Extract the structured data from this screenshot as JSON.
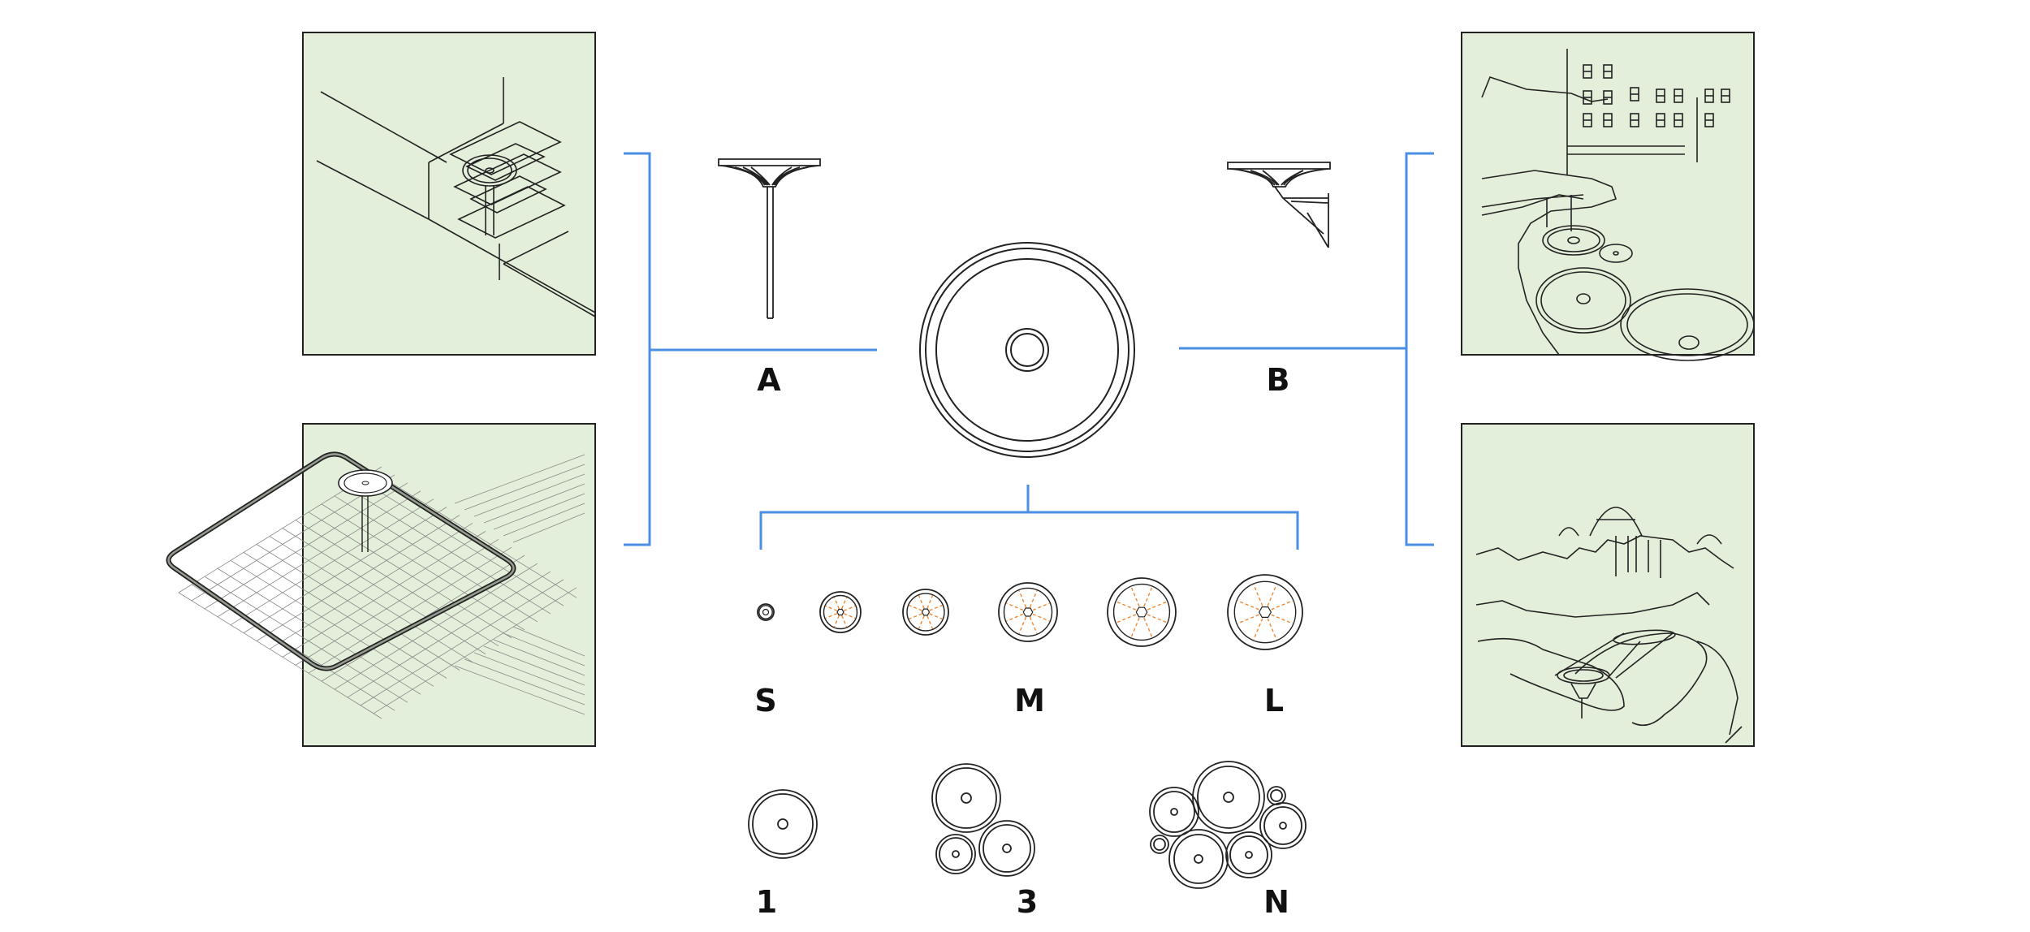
{
  "labels": {
    "mount_a": "A",
    "mount_b": "B",
    "size_s": "S",
    "size_m": "M",
    "size_l": "L",
    "count_1": "1",
    "count_3": "3",
    "count_n": "N"
  },
  "colors": {
    "panel_fill": "#e3efda",
    "connector": "#4a8ee6",
    "line": "#222222",
    "spokes": "#ee8833"
  },
  "icons": {
    "panel_top_left": "tiered-dish-on-building-corner-icon",
    "panel_bottom_left": "dish-with-ring-over-grid-icon",
    "panel_top_right": "dishes-beside-city-buildings-icon",
    "panel_bottom_right": "dish-near-observatory-icon",
    "mount_a": "pole-mounted-dish-icon",
    "mount_b": "wall-mounted-dish-icon",
    "plan": "dish-plan-view-icon"
  },
  "size_variants": [
    {
      "level": 1
    },
    {
      "level": 2
    },
    {
      "level": 3
    },
    {
      "level": 4
    },
    {
      "level": 5
    },
    {
      "level": 6
    }
  ]
}
